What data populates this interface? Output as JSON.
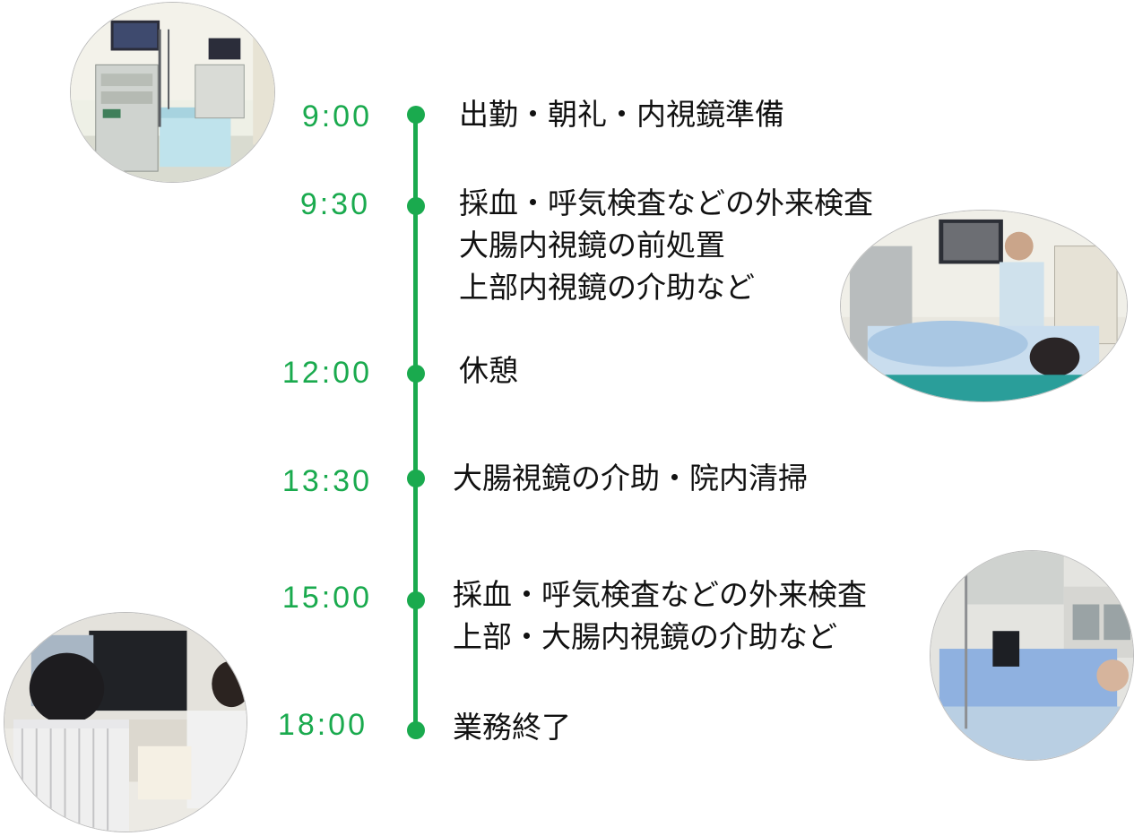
{
  "schedule": [
    {
      "time": "9:00",
      "lines": [
        "出勤・朝礼・内視鏡準備"
      ]
    },
    {
      "time": "9:30",
      "lines": [
        "採血・呼気検査などの外来検査",
        "大腸内視鏡の前処置",
        "上部内視鏡の介助など"
      ]
    },
    {
      "time": "12:00",
      "lines": [
        "休憩"
      ]
    },
    {
      "time": "13:30",
      "lines": [
        "大腸視鏡の介助・院内清掃"
      ]
    },
    {
      "time": "15:00",
      "lines": [
        "採血・呼気検査などの外来検査",
        "上部・大腸内視鏡の介助など"
      ]
    },
    {
      "time": "18:00",
      "lines": [
        "業務終了"
      ]
    }
  ],
  "colors": {
    "accent": "#1aaa4e",
    "text": "#111111"
  }
}
